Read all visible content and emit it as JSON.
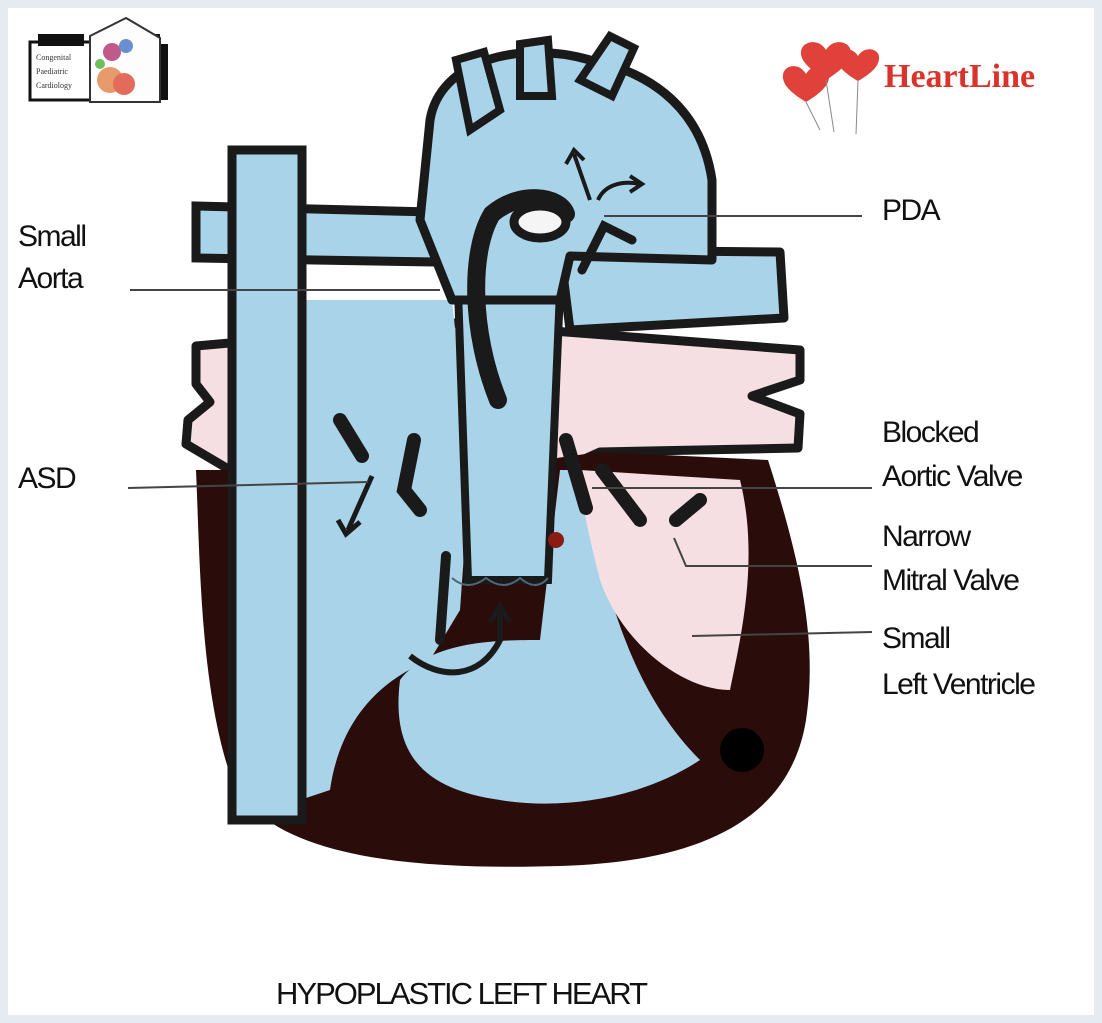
{
  "diagram": {
    "title": "HYPOPLASTIC LEFT HEART",
    "labels": {
      "small_aorta_line1": "Small",
      "small_aorta_line2": "Aorta",
      "asd": "ASD",
      "pda": "PDA",
      "blocked_aortic_valve_line1": "Blocked",
      "blocked_aortic_valve_line2": "Aortic Valve",
      "narrow_mitral_valve_line1": "Narrow",
      "narrow_mitral_valve_line2": "Mitral Valve",
      "small_left_ventricle_line1": "Small",
      "small_left_ventricle_line2": "Left Ventricle"
    }
  },
  "logos": {
    "heartline": "HeartLine",
    "clinic_line1": "Congenital",
    "clinic_line2": "Paediatric",
    "clinic_line3": "Cardiology"
  },
  "colors": {
    "blue_blood": "#a9d3e8",
    "pink_blood": "#f5dfe2",
    "dark_wall": "#2a0c0a",
    "outline": "#1a1a1a",
    "brand_red": "#d9342b"
  }
}
